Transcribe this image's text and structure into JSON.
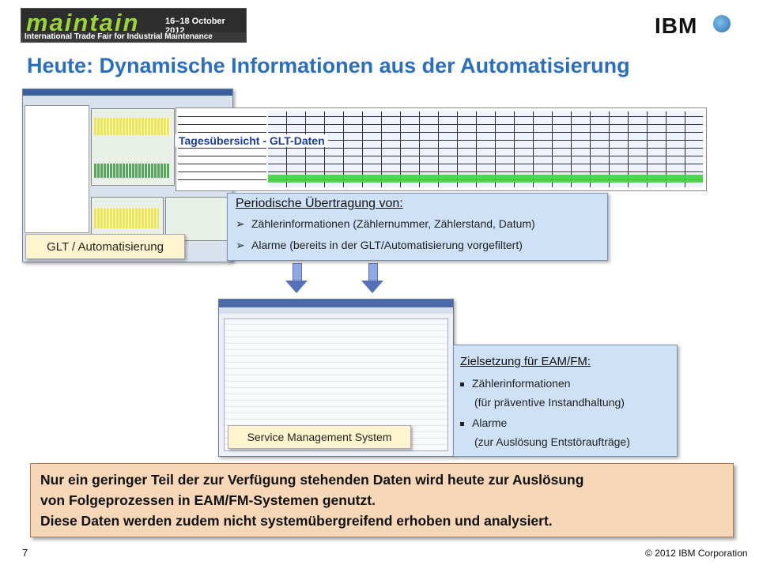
{
  "banner": {
    "logo": "maintain",
    "dates": "16–18 October 2012",
    "subtitle": "International Trade Fair for Industrial Maintenance"
  },
  "brand": {
    "logo": "IBM",
    "globe_icon": "globe-icon"
  },
  "title": "Heute: Dynamische Informationen aus der Automatisierung",
  "glt_overlay": "Tagesübersicht - GLT-Daten",
  "glt_label": "GLT / Automatisierung",
  "periodic": {
    "heading": "Periodische Übertragung von:",
    "items": [
      "Zählerinformationen (Zählernummer, Zählerstand, Datum)",
      "Alarme (bereits in der GLT/Automatisierung vorgefiltert)"
    ],
    "bullet_icon": "arrow-bullet-icon"
  },
  "sms_label": "Service Management System",
  "eam": {
    "heading": "Zielsetzung für EAM/FM:",
    "items": [
      {
        "label": "Zählerinformationen",
        "detail": "(für präventive Instandhaltung)"
      },
      {
        "label": "Alarme",
        "detail": "(zur Auslösung Entstöraufträge)"
      }
    ]
  },
  "conclusion": [
    "Nur ein geringer Teil der zur Verfügung stehenden Daten wird heute zur Auslösung",
    "von Folgeprozessen in EAM/FM-Systemen genutzt.",
    "Diese Daten werden zudem nicht systemübergreifend erhoben und analysiert."
  ],
  "footer": {
    "page": "7",
    "copyright": "© 2012 IBM Corporation"
  },
  "colors": {
    "title": "#2a6ec1",
    "info_box": "#cfe1f7",
    "label_box": "#fff4cf",
    "conclusion_box": "#f6d7b8"
  }
}
